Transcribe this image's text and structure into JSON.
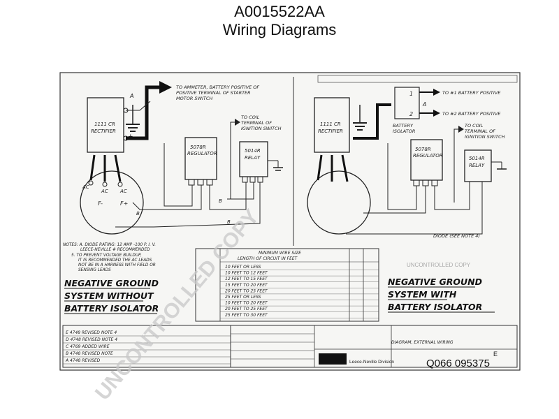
{
  "header": {
    "code": "A0015522AA",
    "subtitle": "Wiring Diagrams"
  },
  "left": {
    "to_ammeter": "TO AMMETER, BATTERY POSITIVE OF",
    "to_ammeter2": "POSITIVE TERMINAL OF STARTER",
    "to_ammeter3": "MOTOR SWITCH",
    "to_coil": "TO COIL",
    "to_coil2": "TERMINAL OF",
    "to_coil3": "IGNITION SWITCH",
    "rectifier": "1111 CR",
    "rectifier2": "RECTIFIER",
    "regulator": "5078R",
    "regulator2": "REGULATOR",
    "relay": "5014R",
    "relay2": "RELAY",
    "ac1": "AC",
    "ac2": "AC",
    "ac3": "AC",
    "lead_b": "B",
    "lead_a": "A",
    "plus": "+",
    "f_minus": "F-",
    "f_plus": "F+"
  },
  "right": {
    "to_bat1": "TO #1 BATTERY POSITIVE",
    "to_bat2": "TO #2 BATTERY POSITIVE",
    "battery_isolator": "BATTERY",
    "battery_isolator2": "ISOLATOR",
    "to_coil": "TO COIL",
    "to_coil2": "TERMINAL OF",
    "to_coil3": "IGNITION SWITCH",
    "rectifier": "1111 CR",
    "rectifier2": "RECTIFIER",
    "regulator": "5078R",
    "regulator2": "REGULATOR",
    "relay": "5014R",
    "relay2": "RELAY",
    "diode": "DIODE (SEE NOTE 4)",
    "t1": "1",
    "t2": "2",
    "ta": "A"
  },
  "notes": {
    "l1": "NOTES: A. DIODE RATING: 12 AMP -100 P. I. V.",
    "l2": "LEECE-NEVILLE # RECOMMENDED",
    "l3": "5. TO PREVENT VOLTAGE BUILDUP,",
    "l4": "IT IS RECOMMENDED THE AC LEADS",
    "l5": "NOT BE IN A HARNESS WITH FIELD OR",
    "l6": "SENSING LEADS"
  },
  "wire_table": {
    "head": "MINIMUM WIRE SIZE",
    "head2": "LENGTH OF CIRCUIT IN FEET",
    "rows": [
      "10 FEET OR LESS",
      "10 FEET TO 12 FEET",
      "12 FEET TO 15 FEET",
      "15 FEET TO 20 FEET",
      "20 FEET TO 25 FEET",
      "25 FEET OR LESS",
      "10 FEET TO 20 FEET",
      "20 FEET TO 25 FEET",
      "25 FEET TO 30 FEET"
    ]
  },
  "captions": {
    "left1": "NEGATIVE GROUND",
    "left2": "SYSTEM WITHOUT",
    "left3": "BATTERY ISOLATOR",
    "right1": "NEGATIVE GROUND",
    "right2": "SYSTEM WITH",
    "right3": "BATTERY ISOLATOR"
  },
  "title_block": {
    "diagram": "DIAGRAM, EXTERNAL WIRING",
    "company": "Leece-Neville Division",
    "size": "E",
    "number": "Q066 095375"
  },
  "revisions": [
    "E  4748 REVISED NOTE 4",
    "D  4748 REVISED NOTE 4",
    "C  4769 ADDED WIRE",
    "B  4748 REVISED NOTE",
    "A  4748 REVISED"
  ],
  "watermark": "UNCONTROLLED COPY"
}
